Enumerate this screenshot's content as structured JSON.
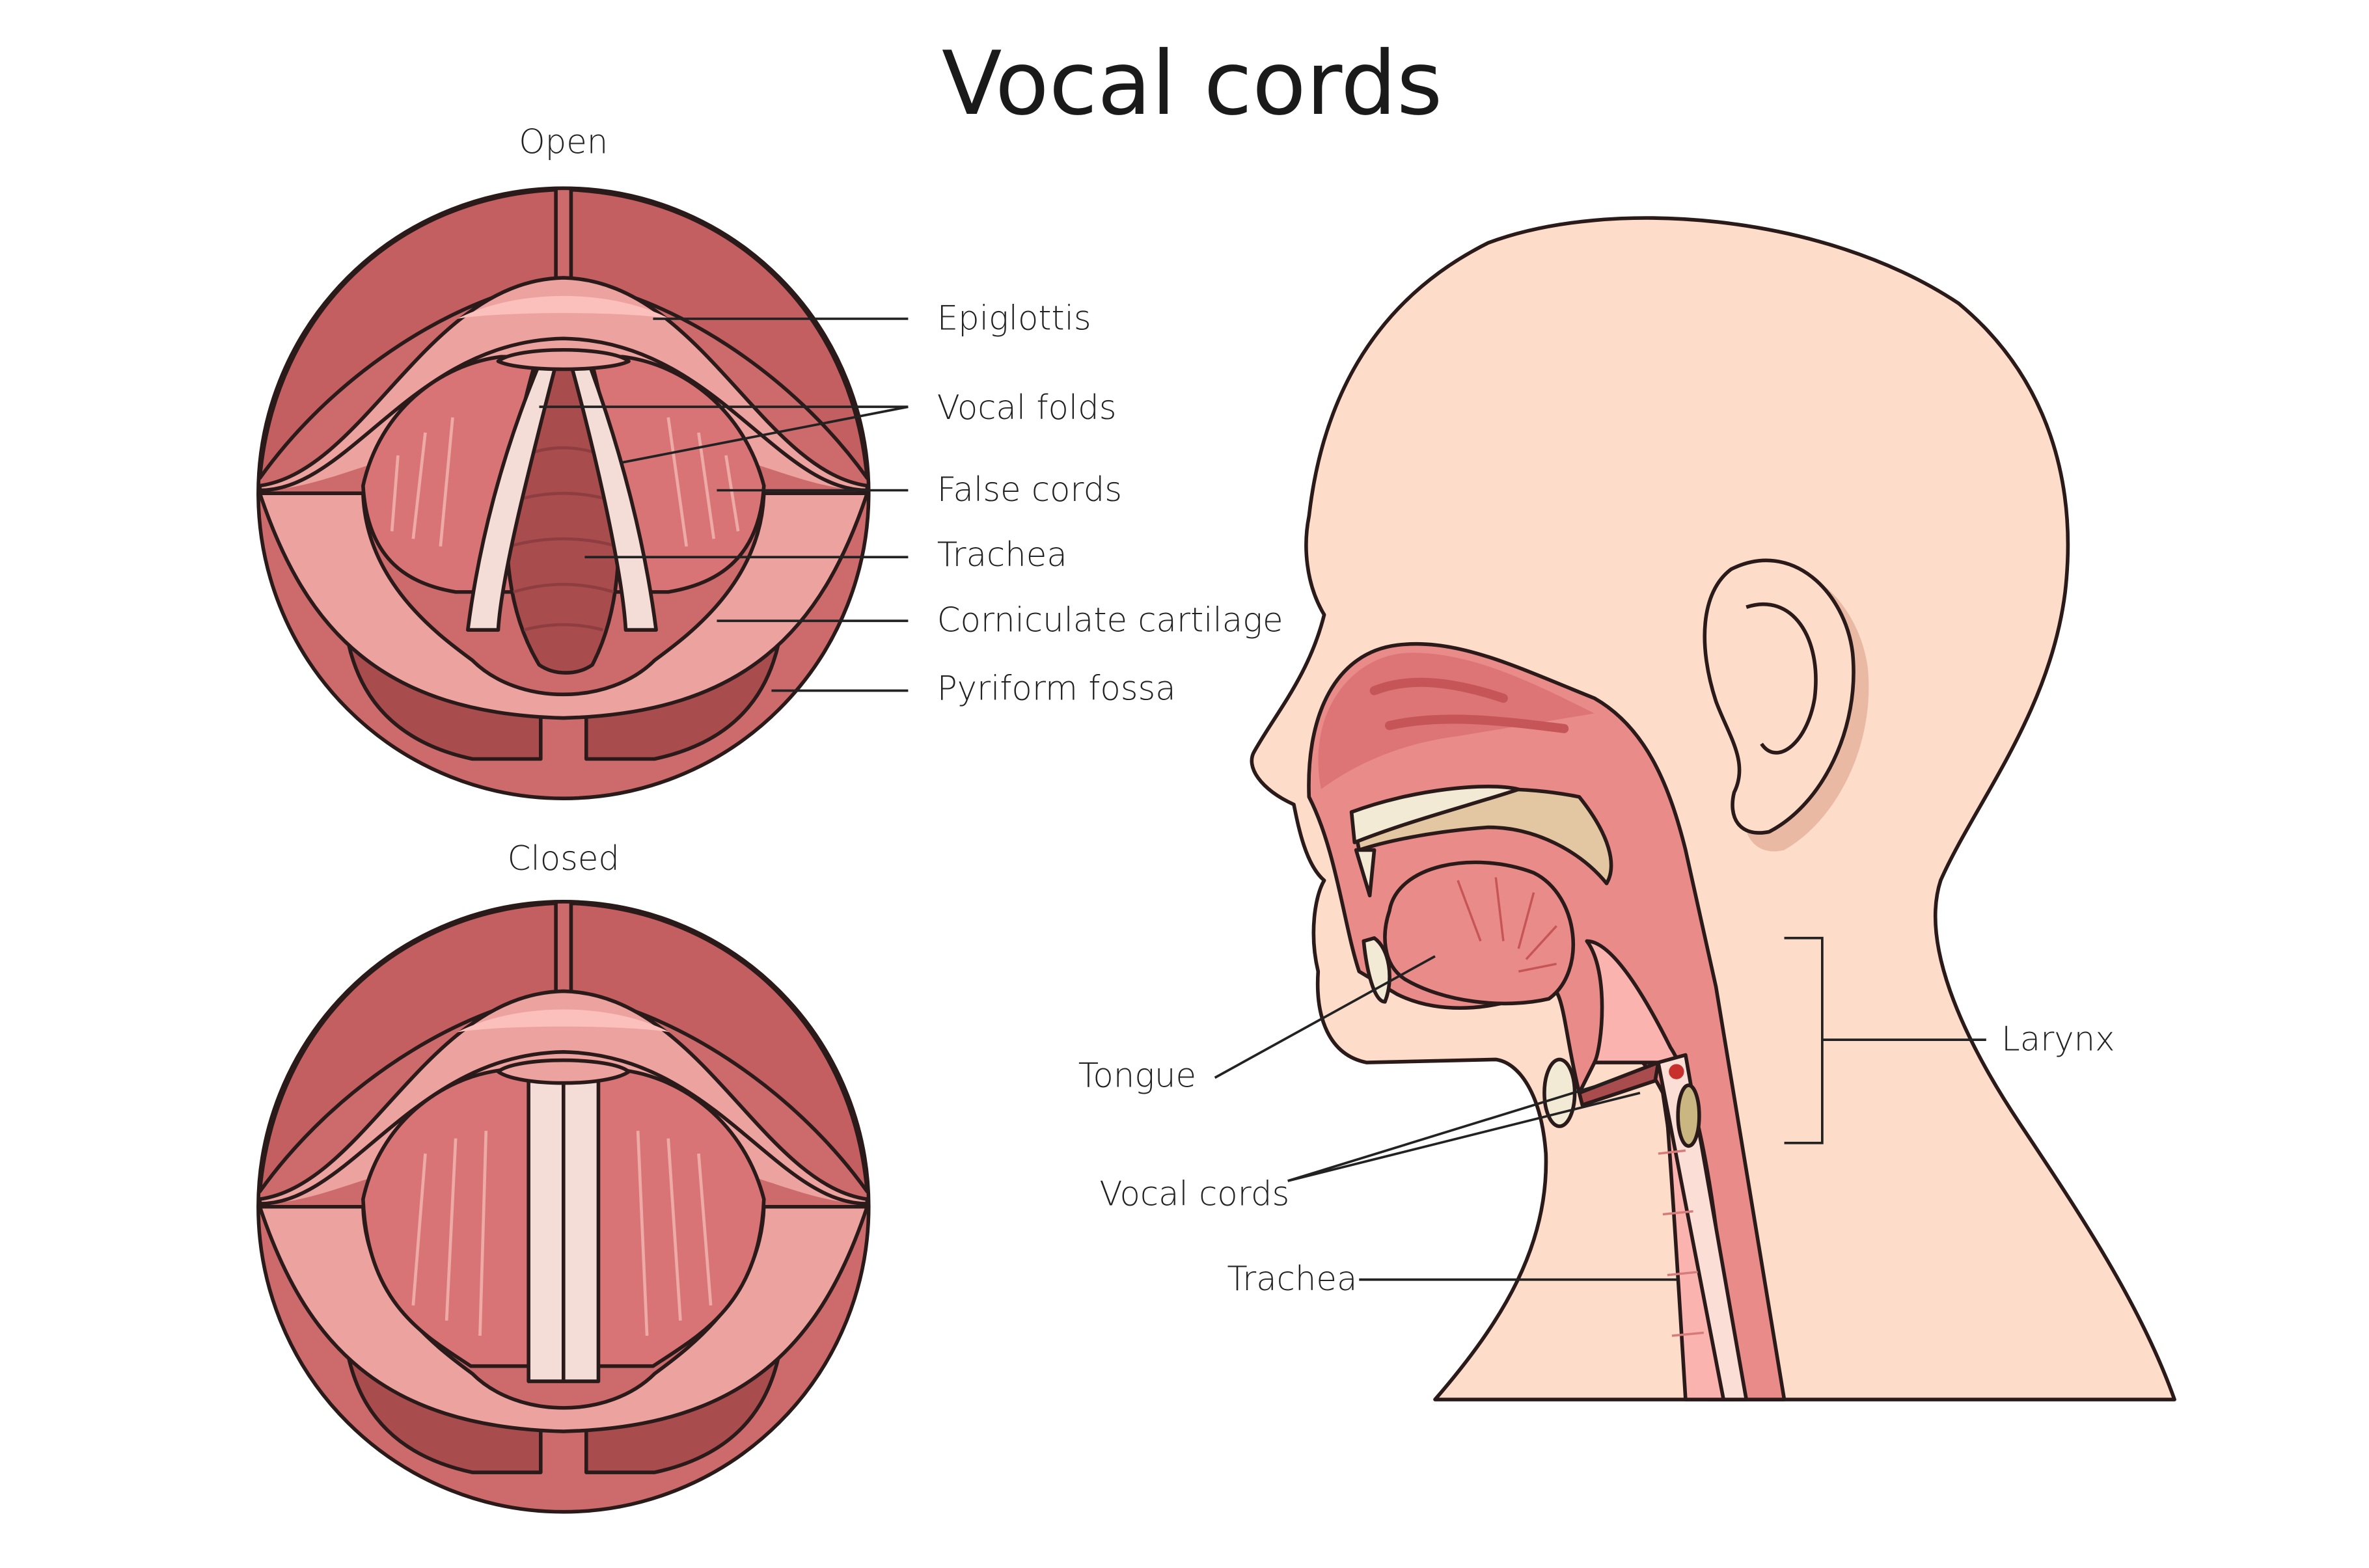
{
  "title": "Vocal cords",
  "views": {
    "open": {
      "heading": "Open",
      "labels": [
        "Epiglottis",
        "Vocal folds",
        "False cords",
        "Trachea",
        "Corniculate cartilage",
        "Pyriform fossa"
      ]
    },
    "closed": {
      "heading": "Closed"
    }
  },
  "head": {
    "labels": {
      "larynx": "Larynx",
      "tongue": "Tongue",
      "vocal_cords": "Vocal cords",
      "trachea": "Trachea"
    }
  },
  "colors": {
    "skin": "#fddcca",
    "tissue": "#cd6b6c",
    "tissue_light": "#eca39f",
    "tissue_dark": "#a94c4e",
    "fold": "#f3ddd6",
    "outline": "#2a1a1a"
  }
}
